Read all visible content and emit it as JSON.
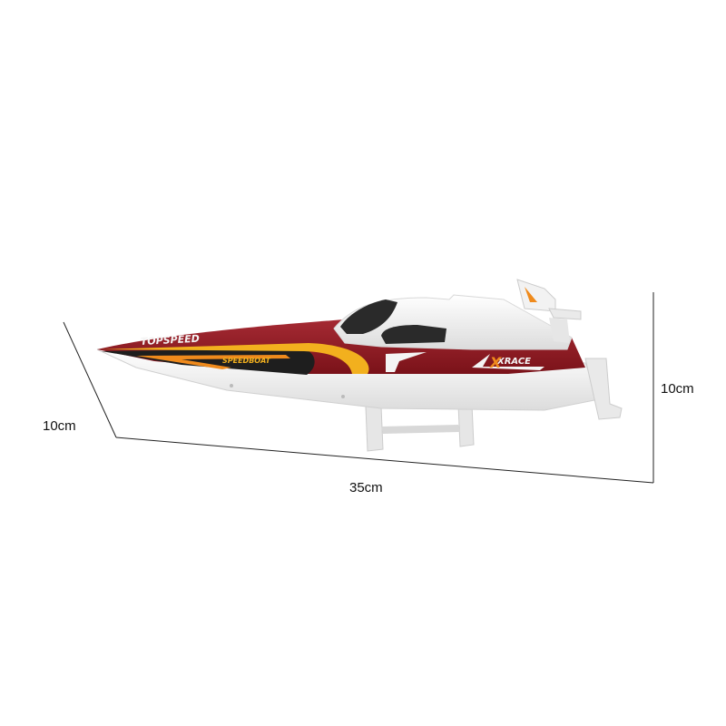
{
  "dimensions": {
    "depth_label": "10cm",
    "length_label": "35cm",
    "height_label": "10cm"
  },
  "boat": {
    "decals": {
      "bow_text": "TOPSPEED",
      "side_text": "SPEEDBOAT",
      "brand_text": "XRACE"
    },
    "colors": {
      "hull_red": "#8e1a24",
      "hull_white": "#f4f4f4",
      "stripe_black": "#1e1e1e",
      "stripe_yellow": "#f2b01e",
      "stripe_orange": "#ef8a1c",
      "window": "#2a2a2a"
    }
  }
}
